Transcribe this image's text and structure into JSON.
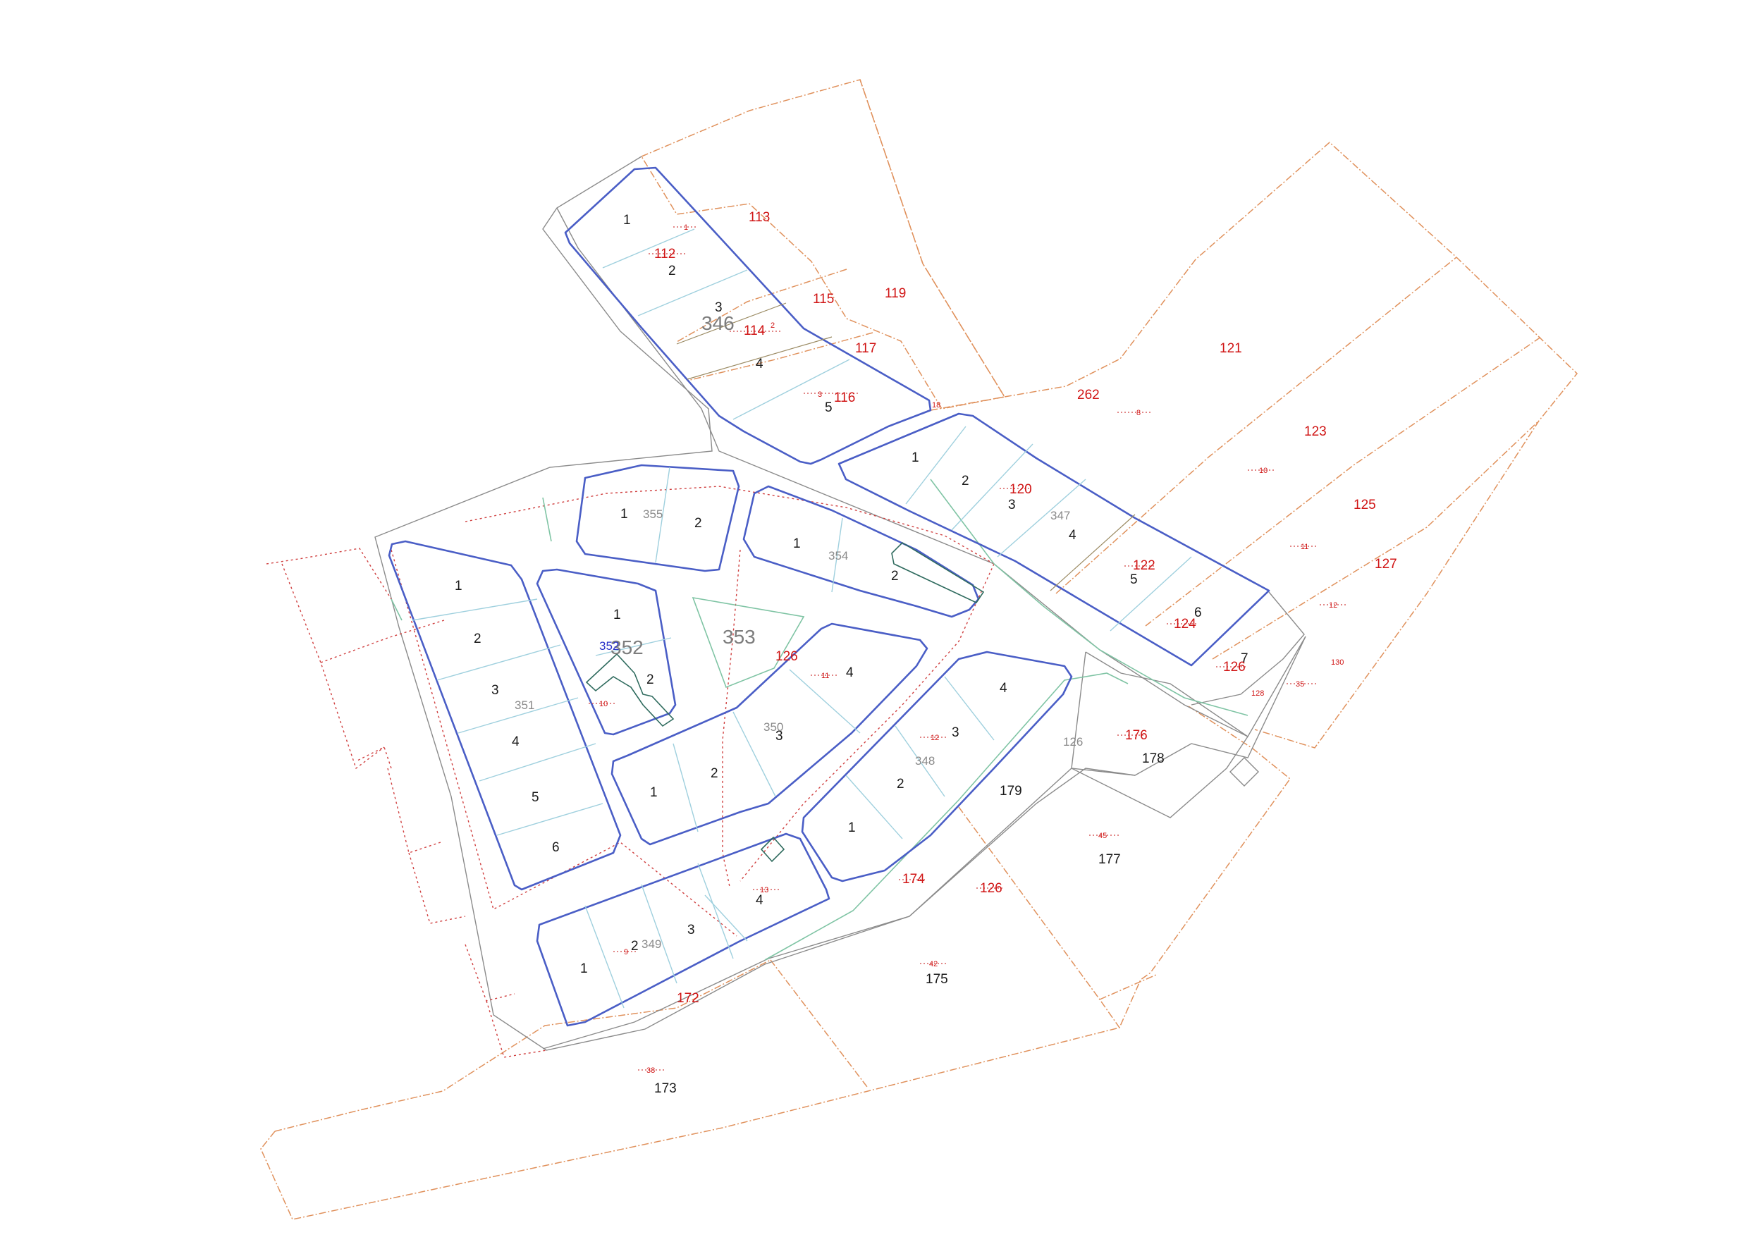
{
  "colors": {
    "block_outline": "#4a5ec6",
    "lot_divider": "#9fd0de",
    "parcel_boundary": "#e0915c",
    "road_edge": "#8b8b8b",
    "red_dotted": "#d04040",
    "green_area": "#7fc4a4",
    "building": "#2f6b5e",
    "label_red": "#d01515",
    "label_black": "#1a1a1a",
    "label_gray": "#8a8a8a",
    "label_blue": "#2a32c8"
  },
  "labels": {
    "b346_l1": "1",
    "b346_l2": "2",
    "b346_l3": "3",
    "b346_l4": "4",
    "b346_l5": "5",
    "b346_id": "346",
    "b347_l1": "1",
    "b347_l2": "2",
    "b347_l3": "3",
    "b347_l4": "4",
    "b347_l5": "5",
    "b347_l6": "6",
    "b347_l7": "7",
    "b347_id": "347",
    "b355_l1": "1",
    "b355_l2": "2",
    "b355_id": "355",
    "b354_l1": "1",
    "b354_l2": "2",
    "b354_id": "354",
    "b351_l1": "1",
    "b351_l2": "2",
    "b351_l3": "3",
    "b351_l4": "4",
    "b351_l5": "5",
    "b351_l6": "6",
    "b351_id": "351",
    "b352_l1": "1",
    "b352_l2": "2",
    "b352_id": "352",
    "b352_blue": "352",
    "b353_id": "353",
    "b350_l1": "1",
    "b350_l2": "2",
    "b350_l3": "3",
    "b350_l4": "4",
    "b350_id": "350",
    "b348_l1": "1",
    "b348_l2": "2",
    "b348_l3": "3",
    "b348_l4": "4",
    "b348_id": "348",
    "b349_l1": "1",
    "b349_l2": "2",
    "b349_l3": "3",
    "b349_l4": "4",
    "b349_id": "349",
    "p113": "113",
    "p112": "112",
    "p115": "115",
    "p114": "114",
    "p117": "117",
    "p116": "116",
    "p119": "119",
    "p121": "121",
    "p262": "262",
    "p123": "123",
    "p125": "125",
    "p127": "127",
    "p120": "120",
    "p122": "122",
    "p124": "124",
    "p126a": "126",
    "p126b": "126",
    "p126c": "126",
    "p128": "128",
    "p130": "130",
    "p176": "176",
    "p174": "174",
    "p172": "172",
    "s1": "1",
    "s2": "2",
    "s3": "3",
    "s8": "8",
    "s10a": "10",
    "s10b": "10",
    "s11a": "11",
    "s11b": "11",
    "s12a": "12",
    "s12b": "12",
    "s13": "13",
    "s9": "9",
    "s35": "35",
    "s38": "38",
    "s42": "42",
    "s45": "45",
    "s18": "18",
    "g126": "126",
    "n178": "178",
    "n179": "179",
    "n177": "177",
    "n175": "175",
    "n173": "173"
  }
}
